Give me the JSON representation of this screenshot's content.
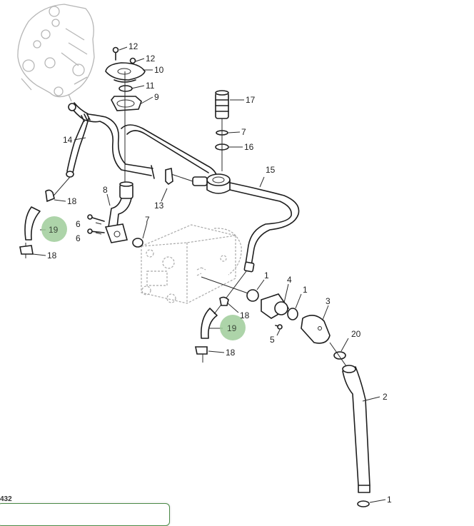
{
  "diagram": {
    "title": "Hydraulic pump lines and fittings - exploded parts view",
    "highlight_color": "#9fcd9a",
    "line_color": "#1e1e1e",
    "callouts": {
      "c12a": "12",
      "c12b": "12",
      "c10": "10",
      "c11": "11",
      "c9": "9",
      "c17": "17",
      "c7a": "7",
      "c16": "16",
      "c14": "14",
      "c15": "15",
      "c18a": "18",
      "c8": "8",
      "c13": "13",
      "c6a": "6",
      "c6b": "6",
      "c7b": "7",
      "c19a": "19",
      "c18b": "18",
      "c1a": "1",
      "c4": "4",
      "c1b": "1",
      "c3": "3",
      "c18c": "18",
      "c19b": "19",
      "c5": "5",
      "c20": "20",
      "c18d": "18",
      "c2": "2",
      "c1c": "1"
    },
    "highlighted_parts": [
      "19"
    ]
  },
  "footer": {
    "figure_number": "432"
  }
}
